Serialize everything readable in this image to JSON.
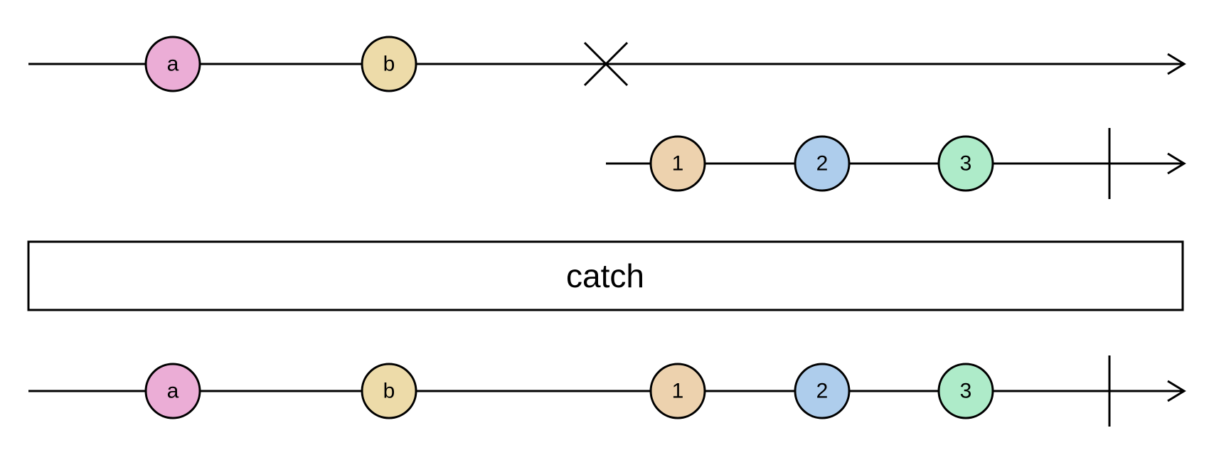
{
  "operator": {
    "label": "catch"
  },
  "colors": {
    "a": "#EBADD6",
    "b": "#EDDBA9",
    "1": "#EDD2AE",
    "2": "#AECDEC",
    "3": "#AEEBC9",
    "stroke": "#000000",
    "background": "#FFFFFF"
  },
  "timelines": [
    {
      "name": "source-timeline",
      "marbles": [
        {
          "label": "a",
          "color_key": "a"
        },
        {
          "label": "b",
          "color_key": "b"
        }
      ],
      "terminator": "error"
    },
    {
      "name": "fallback-timeline",
      "marbles": [
        {
          "label": "1",
          "color_key": "1"
        },
        {
          "label": "2",
          "color_key": "2"
        },
        {
          "label": "3",
          "color_key": "3"
        }
      ],
      "terminator": "complete"
    },
    {
      "name": "result-timeline",
      "marbles": [
        {
          "label": "a",
          "color_key": "a"
        },
        {
          "label": "b",
          "color_key": "b"
        },
        {
          "label": "1",
          "color_key": "1"
        },
        {
          "label": "2",
          "color_key": "2"
        },
        {
          "label": "3",
          "color_key": "3"
        }
      ],
      "terminator": "complete"
    }
  ]
}
